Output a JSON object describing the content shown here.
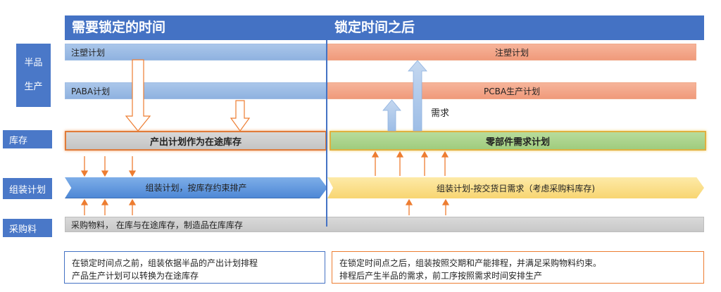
{
  "headers": {
    "left": "需要锁定的时间",
    "right": "锁定时间之后"
  },
  "row_labels": {
    "semi_product_line1": "半品",
    "semi_product_line2": "生产",
    "inventory": "库存",
    "assembly_plan": "组装计划",
    "purchase": "采购料"
  },
  "bars": {
    "injection_left": "注塑计划",
    "injection_right": "注塑计划",
    "paba": "PABA计划",
    "pcba": "PCBA生产计划",
    "inventory_left": "产出计划作为在途库存",
    "inventory_right": "零部件需求计划",
    "assembly_left": "组装计划，按库存约束排产",
    "assembly_right": "组装计划-按交货日需求（考虑采购料库存)",
    "purchase": "采购物料， 在库与在途库存，制造品在库库存"
  },
  "demand_label": "需求",
  "notes": {
    "left_line1": "在锁定时间点之前，组装依据半品的产出计划排程",
    "left_line2": "产品生产计划可以转换为在途库存",
    "right_line1": "在锁定时间点之后，组装按照交期和产能排程，并满足采购物料约束。",
    "right_line2": "排程后产生半品的需求，前工序按照需求时间安排生产"
  },
  "colors": {
    "header_blue": "#4472c4",
    "arrow_orange": "#ed7d31",
    "note_left_border": "#4472c4",
    "note_right_border": "#ed7d31"
  }
}
